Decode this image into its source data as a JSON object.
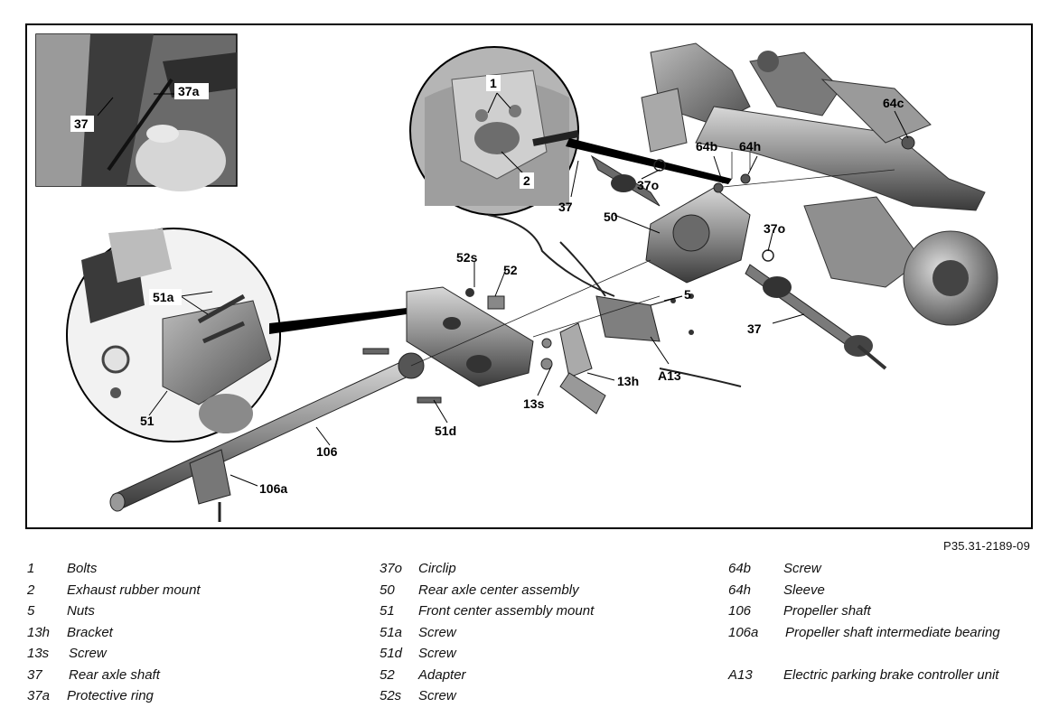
{
  "document_id": "P35.31-2189-09",
  "callouts": {
    "c1": "1",
    "c2": "2",
    "c37a": "37a",
    "c37_inset": "37",
    "c37_top": "37",
    "c37_right": "37",
    "c37o_top": "37o",
    "c37o_right": "37o",
    "c50": "50",
    "c64b": "64b",
    "c64h": "64h",
    "c64c": "64c",
    "c52s": "52s",
    "c52": "52",
    "c5": "5",
    "c51a": "51a",
    "c51": "51",
    "c13h": "13h",
    "cA13": "A13",
    "c13s": "13s",
    "c51d": "51d",
    "c106": "106",
    "c106a": "106a"
  },
  "legend": {
    "col1": [
      {
        "code": "1",
        "desc": "Bolts"
      },
      {
        "code": "2",
        "desc": "Exhaust rubber mount"
      },
      {
        "code": "5",
        "desc": "Nuts"
      },
      {
        "code": "13h",
        "desc": "Bracket"
      },
      {
        "code": "13s",
        "desc": "Screw"
      },
      {
        "code": "37",
        "desc": "Rear axle shaft"
      },
      {
        "code": "37a",
        "desc": "Protective ring"
      }
    ],
    "col2": [
      {
        "code": "37o",
        "desc": "Circlip"
      },
      {
        "code": "50",
        "desc": "Rear axle center assembly"
      },
      {
        "code": "51",
        "desc": "Front center assembly mount"
      },
      {
        "code": "51a",
        "desc": "Screw"
      },
      {
        "code": "51d",
        "desc": "Screw"
      },
      {
        "code": "52",
        "desc": "Adapter"
      },
      {
        "code": "52s",
        "desc": "Screw"
      }
    ],
    "col3": [
      {
        "code": "64b",
        "desc": "Screw"
      },
      {
        "code": "64h",
        "desc": "Sleeve"
      },
      {
        "code": "106",
        "desc": "Propeller shaft"
      },
      {
        "code": "106a",
        "desc": "Propeller shaft intermediate bearing"
      },
      {
        "code": "",
        "desc": ""
      },
      {
        "code": "A13",
        "desc": "Electric parking brake controller unit"
      }
    ]
  }
}
